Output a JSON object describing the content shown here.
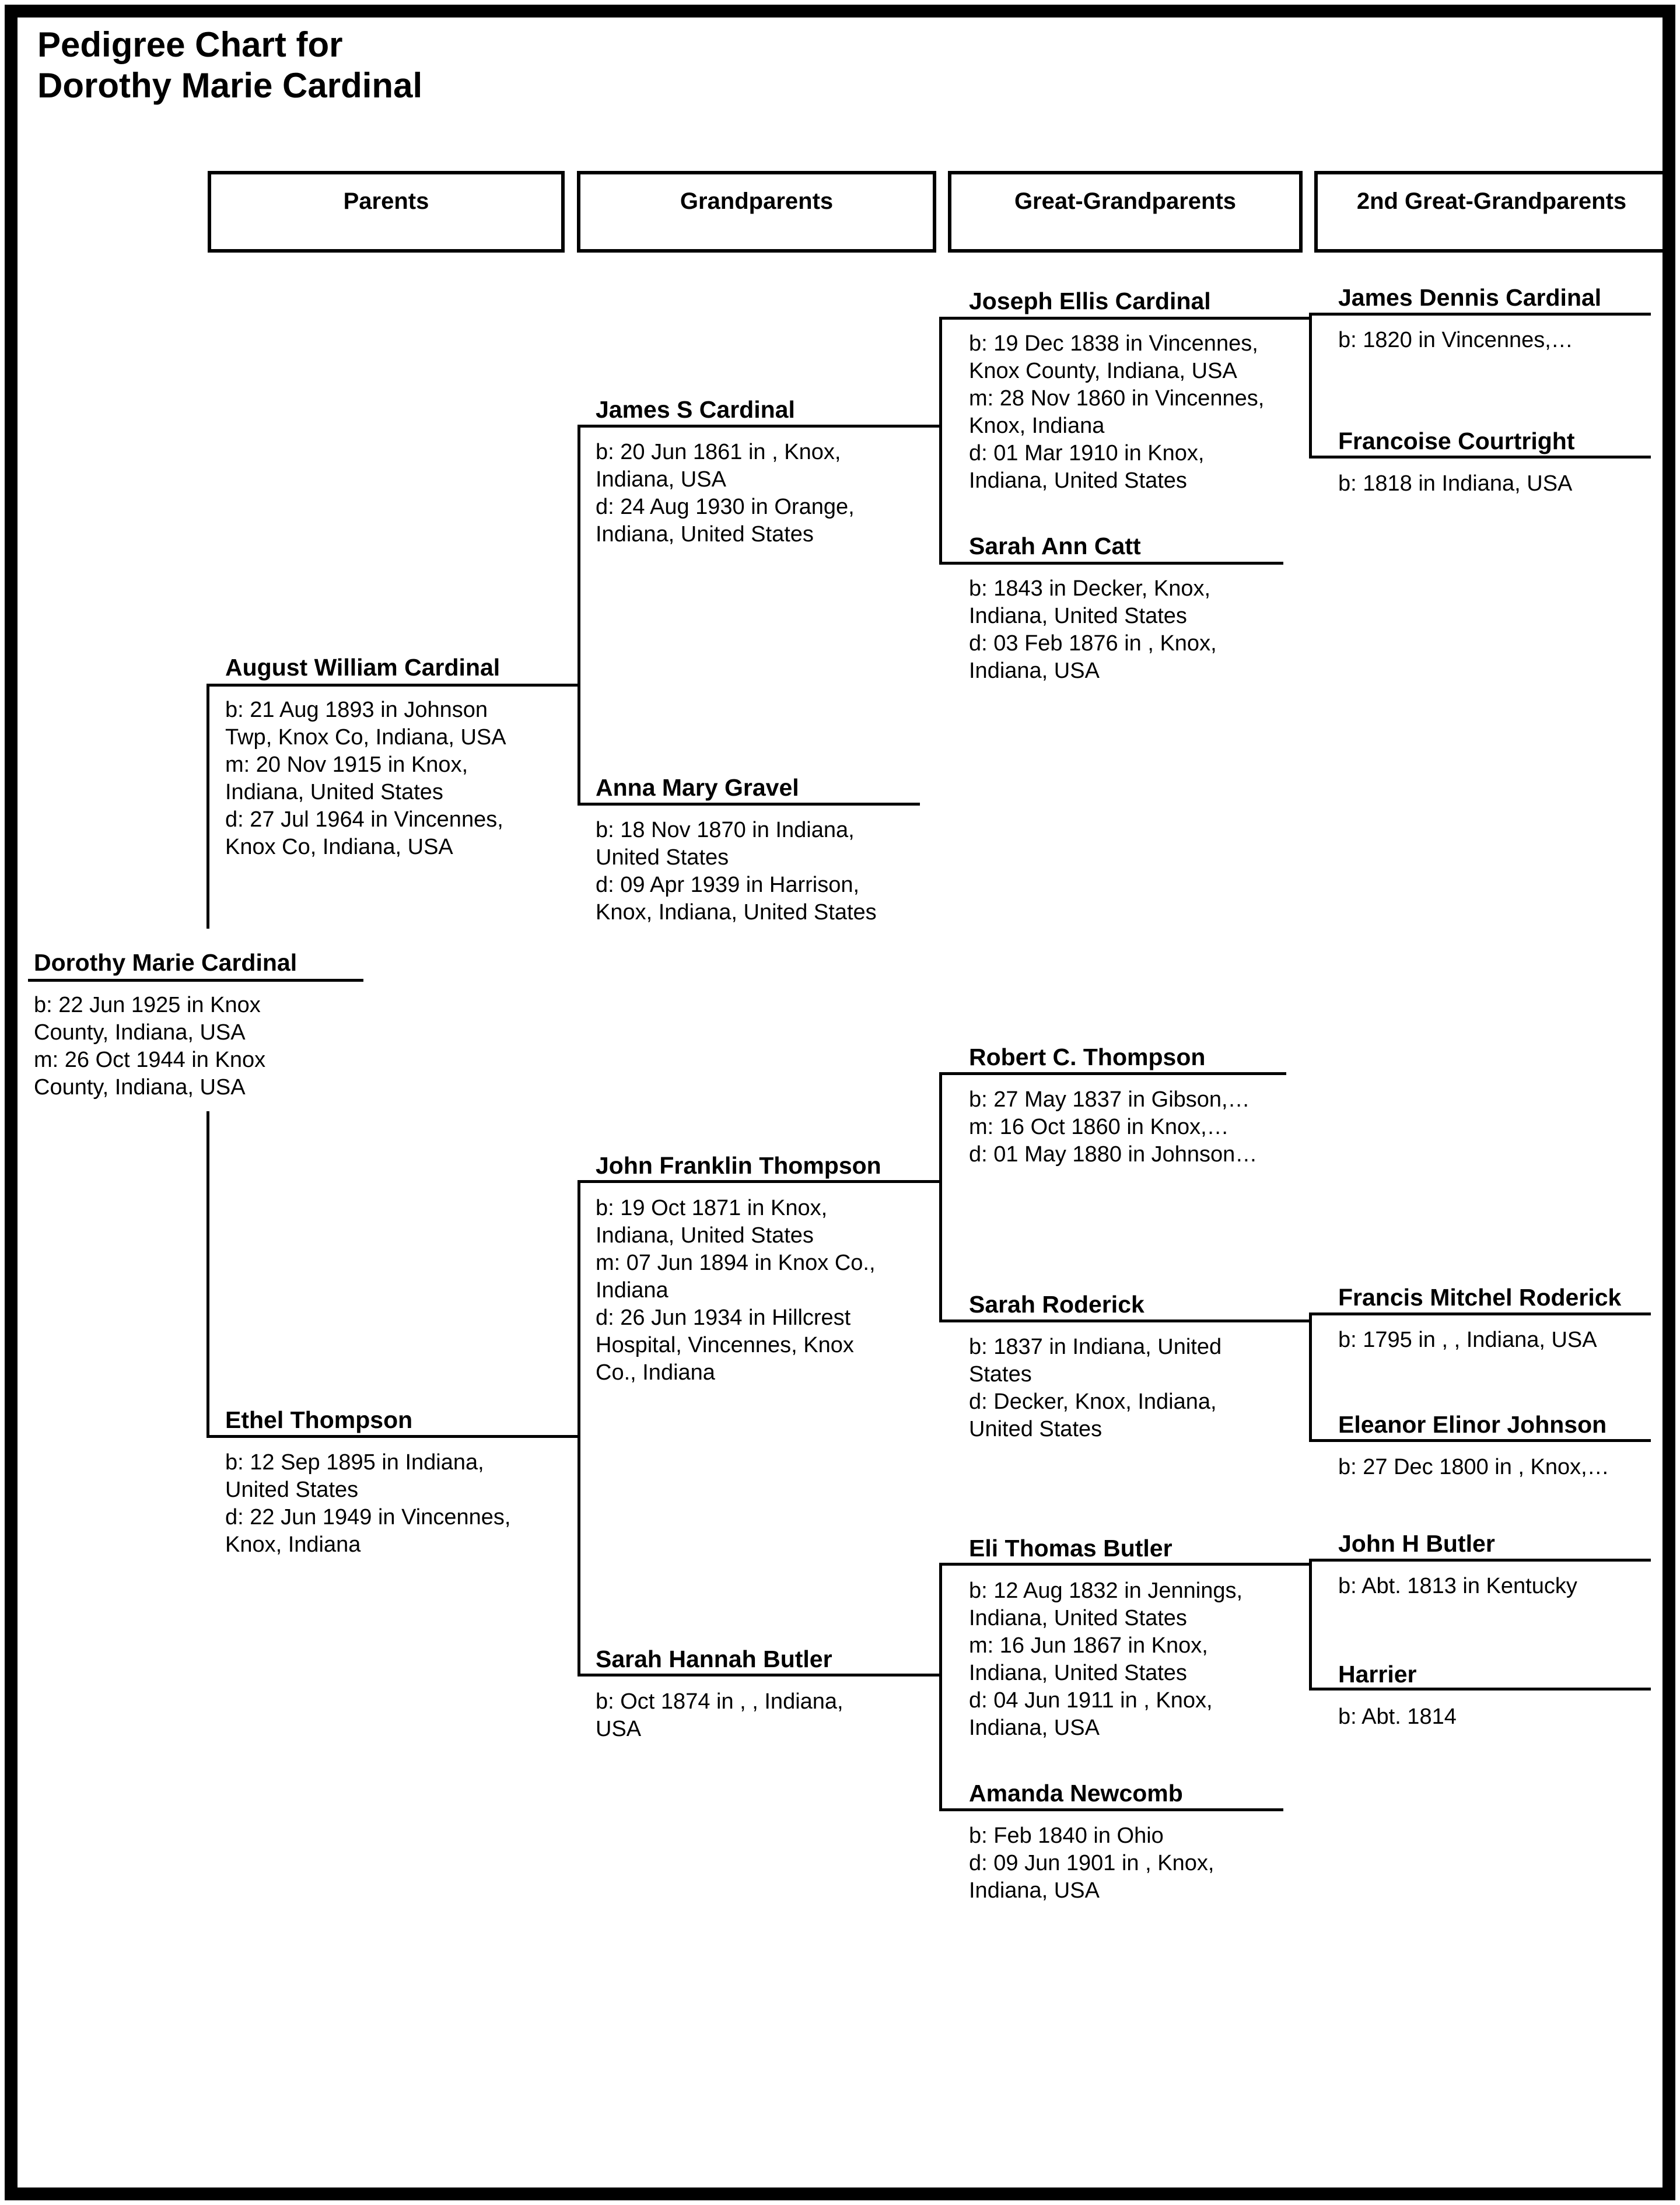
{
  "title": {
    "lines": [
      "Pedigree Chart for",
      "Dorothy Marie Cardinal"
    ]
  },
  "column_headers": [
    "Parents",
    "Grandparents",
    "Great-Grandparents",
    "2nd Great-Grandparents"
  ],
  "people": {
    "root": {
      "name": "Dorothy Marie Cardinal",
      "details": [
        "b: 22 Jun 1925 in Knox",
        "County, Indiana, USA",
        "m: 26 Oct 1944 in Knox",
        "County, Indiana, USA"
      ]
    },
    "parents": [
      {
        "name": "August William Cardinal",
        "details": [
          "b: 21 Aug 1893 in Johnson",
          "Twp, Knox Co, Indiana, USA",
          "m: 20 Nov 1915 in Knox,",
          "Indiana, United States",
          "d: 27 Jul 1964 in Vincennes,",
          "Knox Co, Indiana, USA"
        ]
      },
      {
        "name": "Ethel Thompson",
        "details": [
          "b: 12 Sep 1895 in Indiana,",
          "United States",
          "d: 22 Jun 1949 in Vincennes,",
          "Knox, Indiana"
        ]
      }
    ],
    "grandparents": [
      {
        "name": "James S Cardinal",
        "details": [
          "b: 20 Jun 1861 in , Knox,",
          "Indiana, USA",
          "d: 24 Aug 1930 in Orange,",
          "Indiana, United States"
        ]
      },
      {
        "name": "Anna Mary Gravel",
        "details": [
          "b: 18 Nov 1870 in Indiana,",
          "United States",
          "d: 09 Apr 1939 in Harrison,",
          "Knox, Indiana, United States"
        ]
      },
      {
        "name": "John Franklin Thompson",
        "details": [
          "b: 19 Oct 1871 in Knox,",
          "Indiana, United States",
          "m: 07 Jun 1894 in Knox Co.,",
          "Indiana",
          "d: 26 Jun 1934 in Hillcrest",
          "Hospital, Vincennes, Knox",
          "Co., Indiana"
        ]
      },
      {
        "name": "Sarah Hannah Butler",
        "details": [
          "b: Oct 1874 in , , Indiana,",
          "USA"
        ]
      }
    ],
    "great_grandparents": [
      {
        "name": "Joseph Ellis Cardinal",
        "details": [
          "b: 19 Dec 1838 in Vincennes,",
          "Knox County, Indiana, USA",
          "m: 28 Nov 1860 in Vincennes,",
          "Knox, Indiana",
          "d: 01 Mar 1910 in Knox,",
          "Indiana, United States"
        ]
      },
      {
        "name": "Sarah Ann Catt",
        "details": [
          "b: 1843 in Decker, Knox,",
          "Indiana, United States",
          "d: 03 Feb 1876 in , Knox,",
          "Indiana, USA"
        ]
      },
      {
        "name": "Robert C. Thompson",
        "details": [
          "b: 27 May 1837 in Gibson,…",
          "m: 16 Oct 1860 in Knox,…",
          "d: 01 May 1880 in Johnson…"
        ]
      },
      {
        "name": "Sarah Roderick",
        "details": [
          "b: 1837 in Indiana, United",
          "States",
          "d: Decker, Knox, Indiana,",
          "United States"
        ]
      },
      {
        "name": "Eli Thomas Butler",
        "details": [
          "b: 12 Aug 1832 in Jennings,",
          "Indiana, United States",
          "m: 16 Jun 1867 in Knox,",
          "Indiana, United States",
          "d: 04 Jun 1911 in , Knox,",
          "Indiana, USA"
        ]
      },
      {
        "name": "Amanda Newcomb",
        "details": [
          "b: Feb 1840 in Ohio",
          "d: 09 Jun 1901 in , Knox,",
          "Indiana, USA"
        ]
      }
    ],
    "second_great_grandparents": [
      {
        "name": "James Dennis Cardinal",
        "details": [
          "b: 1820 in Vincennes,…"
        ]
      },
      {
        "name": "Francoise Courtright",
        "details": [
          "b: 1818 in Indiana, USA"
        ]
      },
      {
        "name": "Francis Mitchel Roderick",
        "details": [
          "b: 1795 in , , Indiana, USA"
        ]
      },
      {
        "name": "Eleanor Elinor Johnson",
        "details": [
          "b: 27 Dec 1800 in , Knox,…"
        ]
      },
      {
        "name": "John H Butler",
        "details": [
          "b: Abt. 1813 in Kentucky"
        ]
      },
      {
        "name": "Harrier",
        "details": [
          "b: Abt. 1814"
        ]
      }
    ]
  },
  "colors": {
    "ink": "#000000",
    "paper": "#ffffff"
  }
}
